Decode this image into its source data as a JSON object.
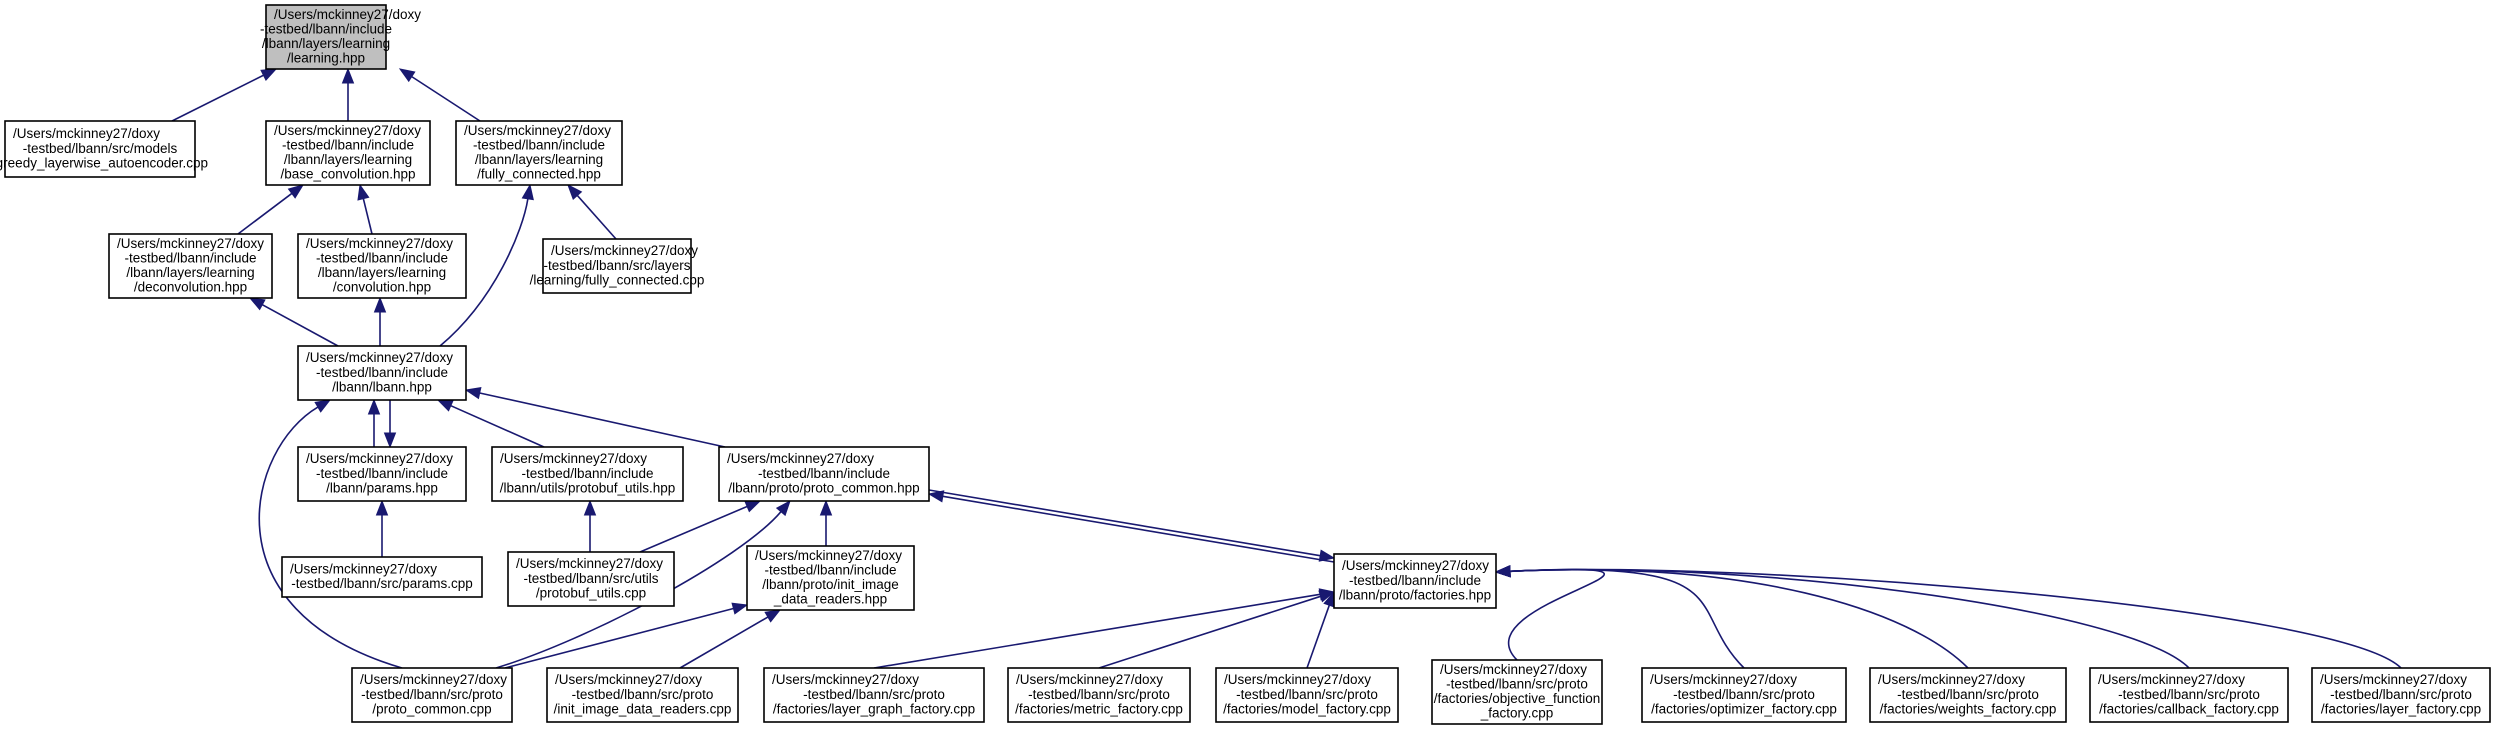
{
  "nodes": [
    {
      "id": "learning_hpp",
      "root": true,
      "lines": [
        "/Users/mckinney27/doxy",
        "-testbed/lbann/include",
        "/lbann/layers/learning",
        "/learning.hpp"
      ]
    },
    {
      "id": "greedy_cpp",
      "lines": [
        "/Users/mckinney27/doxy",
        "-testbed/lbann/src/models",
        "/greedy_layerwise_autoencoder.cpp"
      ]
    },
    {
      "id": "base_conv_hpp",
      "lines": [
        "/Users/mckinney27/doxy",
        "-testbed/lbann/include",
        "/lbann/layers/learning",
        "/base_convolution.hpp"
      ]
    },
    {
      "id": "fully_hpp",
      "lines": [
        "/Users/mckinney27/doxy",
        "-testbed/lbann/include",
        "/lbann/layers/learning",
        "/fully_connected.hpp"
      ]
    },
    {
      "id": "deconv_hpp",
      "lines": [
        "/Users/mckinney27/doxy",
        "-testbed/lbann/include",
        "/lbann/layers/learning",
        "/deconvolution.hpp"
      ]
    },
    {
      "id": "conv_hpp",
      "lines": [
        "/Users/mckinney27/doxy",
        "-testbed/lbann/include",
        "/lbann/layers/learning",
        "/convolution.hpp"
      ]
    },
    {
      "id": "fully_cpp",
      "lines": [
        "/Users/mckinney27/doxy",
        "-testbed/lbann/src/layers",
        "/learning/fully_connected.cpp"
      ]
    },
    {
      "id": "lbann_hpp",
      "lines": [
        "/Users/mckinney27/doxy",
        "-testbed/lbann/include",
        "/lbann/lbann.hpp"
      ]
    },
    {
      "id": "params_hpp",
      "lines": [
        "/Users/mckinney27/doxy",
        "-testbed/lbann/include",
        "/lbann/params.hpp"
      ]
    },
    {
      "id": "protobuf_utils_hpp",
      "lines": [
        "/Users/mckinney27/doxy",
        "-testbed/lbann/include",
        "/lbann/utils/protobuf_utils.hpp"
      ]
    },
    {
      "id": "proto_common_hpp",
      "lines": [
        "/Users/mckinney27/doxy",
        "-testbed/lbann/include",
        "/lbann/proto/proto_common.hpp"
      ]
    },
    {
      "id": "params_cpp",
      "lines": [
        "/Users/mckinney27/doxy",
        "-testbed/lbann/src/params.cpp"
      ]
    },
    {
      "id": "protobuf_utils_cpp",
      "lines": [
        "/Users/mckinney27/doxy",
        "-testbed/lbann/src/utils",
        "/protobuf_utils.cpp"
      ]
    },
    {
      "id": "init_image_hpp",
      "lines": [
        "/Users/mckinney27/doxy",
        "-testbed/lbann/include",
        "/lbann/proto/init_image",
        "_data_readers.hpp"
      ]
    },
    {
      "id": "factories_hpp",
      "lines": [
        "/Users/mckinney27/doxy",
        "-testbed/lbann/include",
        "/lbann/proto/factories.hpp"
      ]
    },
    {
      "id": "proto_common_cpp",
      "lines": [
        "/Users/mckinney27/doxy",
        "-testbed/lbann/src/proto",
        "/proto_common.cpp"
      ]
    },
    {
      "id": "init_image_cpp",
      "lines": [
        "/Users/mckinney27/doxy",
        "-testbed/lbann/src/proto",
        "/init_image_data_readers.cpp"
      ]
    },
    {
      "id": "layer_graph_cpp",
      "lines": [
        "/Users/mckinney27/doxy",
        "-testbed/lbann/src/proto",
        "/factories/layer_graph_factory.cpp"
      ]
    },
    {
      "id": "metric_cpp",
      "lines": [
        "/Users/mckinney27/doxy",
        "-testbed/lbann/src/proto",
        "/factories/metric_factory.cpp"
      ]
    },
    {
      "id": "model_cpp",
      "lines": [
        "/Users/mckinney27/doxy",
        "-testbed/lbann/src/proto",
        "/factories/model_factory.cpp"
      ]
    },
    {
      "id": "objective_cpp",
      "lines": [
        "/Users/mckinney27/doxy",
        "-testbed/lbann/src/proto",
        "/factories/objective_function",
        "_factory.cpp"
      ]
    },
    {
      "id": "optimizer_cpp",
      "lines": [
        "/Users/mckinney27/doxy",
        "-testbed/lbann/src/proto",
        "/factories/optimizer_factory.cpp"
      ]
    },
    {
      "id": "weights_cpp",
      "lines": [
        "/Users/mckinney27/doxy",
        "-testbed/lbann/src/proto",
        "/factories/weights_factory.cpp"
      ]
    },
    {
      "id": "callback_cpp",
      "lines": [
        "/Users/mckinney27/doxy",
        "-testbed/lbann/src/proto",
        "/factories/callback_factory.cpp"
      ]
    },
    {
      "id": "layer_cpp",
      "lines": [
        "/Users/mckinney27/doxy",
        "-testbed/lbann/src/proto",
        "/factories/layer_factory.cpp"
      ]
    }
  ],
  "edges": [
    {
      "from": "greedy_cpp",
      "to": "learning_hpp"
    },
    {
      "from": "base_conv_hpp",
      "to": "learning_hpp"
    },
    {
      "from": "fully_hpp",
      "to": "learning_hpp"
    },
    {
      "from": "deconv_hpp",
      "to": "base_conv_hpp"
    },
    {
      "from": "conv_hpp",
      "to": "base_conv_hpp"
    },
    {
      "from": "fully_cpp",
      "to": "fully_hpp"
    },
    {
      "from": "lbann_hpp",
      "to": "fully_hpp"
    },
    {
      "from": "lbann_hpp",
      "to": "deconv_hpp"
    },
    {
      "from": "lbann_hpp",
      "to": "conv_hpp"
    },
    {
      "from": "params_hpp",
      "to": "lbann_hpp"
    },
    {
      "from": "lbann_hpp",
      "to": "params_hpp"
    },
    {
      "from": "protobuf_utils_hpp",
      "to": "lbann_hpp"
    },
    {
      "from": "proto_common_hpp",
      "to": "lbann_hpp"
    },
    {
      "from": "proto_common_cpp",
      "to": "lbann_hpp"
    },
    {
      "from": "params_cpp",
      "to": "params_hpp"
    },
    {
      "from": "protobuf_utils_cpp",
      "to": "protobuf_utils_hpp"
    },
    {
      "from": "protobuf_utils_cpp",
      "to": "proto_common_hpp"
    },
    {
      "from": "init_image_hpp",
      "to": "proto_common_hpp"
    },
    {
      "from": "proto_common_cpp",
      "to": "proto_common_hpp"
    },
    {
      "from": "factories_hpp",
      "to": "proto_common_hpp"
    },
    {
      "from": "proto_common_hpp",
      "to": "factories_hpp"
    },
    {
      "from": "proto_common_cpp",
      "to": "init_image_hpp"
    },
    {
      "from": "init_image_cpp",
      "to": "init_image_hpp"
    },
    {
      "from": "layer_graph_cpp",
      "to": "factories_hpp"
    },
    {
      "from": "metric_cpp",
      "to": "factories_hpp"
    },
    {
      "from": "model_cpp",
      "to": "factories_hpp"
    },
    {
      "from": "objective_cpp",
      "to": "factories_hpp"
    },
    {
      "from": "optimizer_cpp",
      "to": "factories_hpp"
    },
    {
      "from": "weights_cpp",
      "to": "factories_hpp"
    },
    {
      "from": "callback_cpp",
      "to": "factories_hpp"
    },
    {
      "from": "layer_cpp",
      "to": "factories_hpp"
    }
  ]
}
